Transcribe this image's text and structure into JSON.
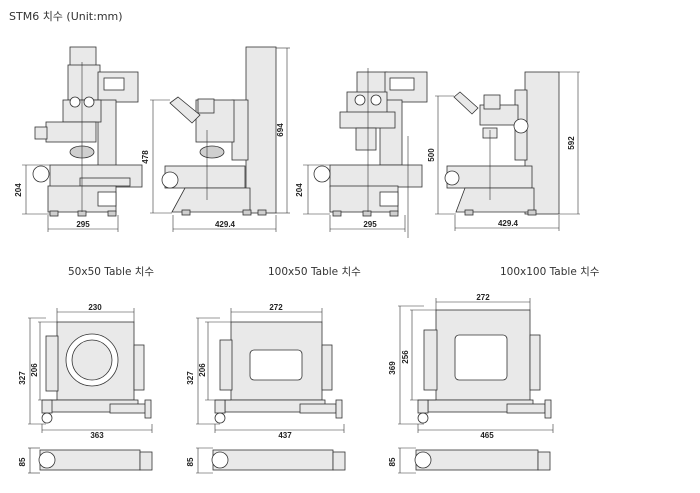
{
  "title": "STM6 치수 (Unit:mm)",
  "front_view_1": {
    "height": "204",
    "width": "295"
  },
  "side_view_1": {
    "height": "478",
    "total_height": "694",
    "depth": "429.4"
  },
  "front_view_2": {
    "height": "204",
    "width": "295"
  },
  "side_view_2": {
    "height": "500",
    "total_height": "592",
    "depth": "429.4"
  },
  "tables": [
    {
      "caption": "50x50 Table 치수",
      "width_top": "230",
      "inner_height": "206",
      "outer_height": "327",
      "width_bottom": "363",
      "side_height": "85"
    },
    {
      "caption": "100x50 Table 치수",
      "width_top": "272",
      "inner_height": "206",
      "outer_height": "327",
      "width_bottom": "437",
      "side_height": "85"
    },
    {
      "caption": "100x100 Table 치수",
      "width_top": "272",
      "inner_height": "256",
      "outer_height": "369",
      "width_bottom": "465",
      "side_height": "85"
    }
  ]
}
